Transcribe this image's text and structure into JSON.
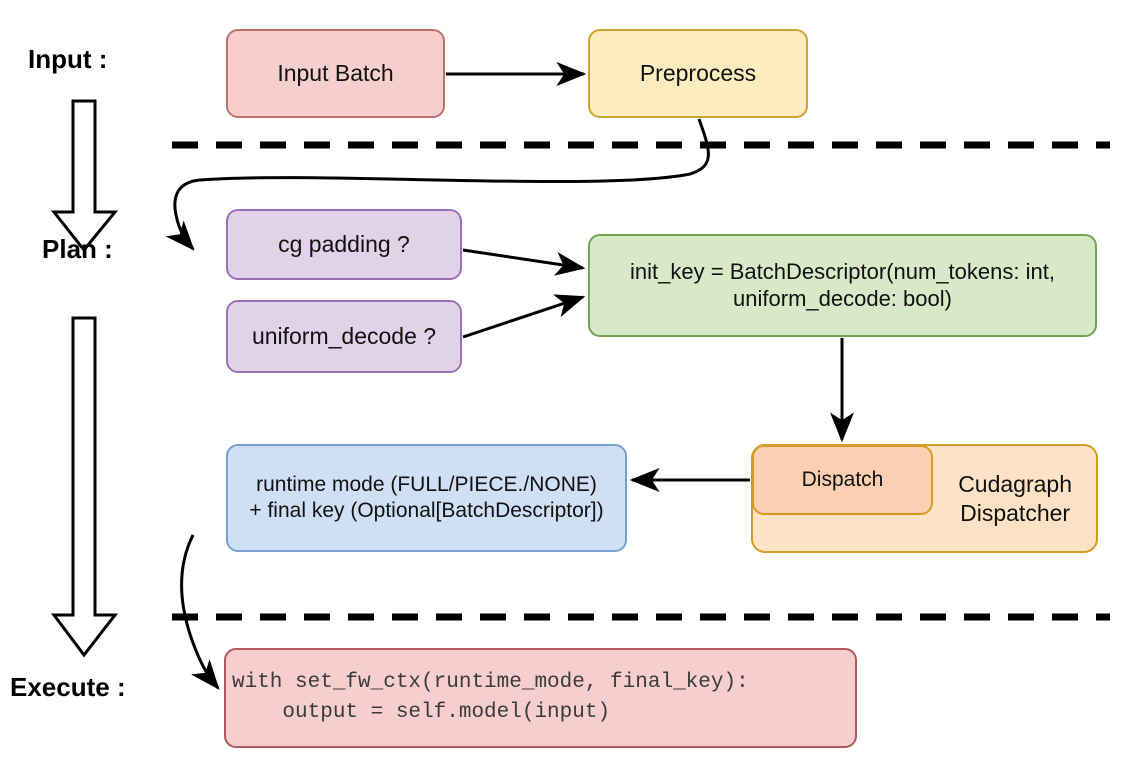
{
  "diagram": {
    "title": "vLLM cudagraph dispatch pipeline",
    "stages": [
      {
        "id": "input",
        "label": "Input :"
      },
      {
        "id": "plan",
        "label": "Plan :"
      },
      {
        "id": "execute",
        "label": "Execute :"
      }
    ],
    "nodes": {
      "input_batch": {
        "label": "Input Batch",
        "color": "#f6cecd",
        "border": "#c0706e"
      },
      "preprocess": {
        "label": "Preprocess",
        "color": "#fcecc0",
        "border": "#cca42e"
      },
      "cg_padding": {
        "label": "cg padding ?",
        "color": "#e2d2e9",
        "border": "#9a6fb5"
      },
      "uniform_decode": {
        "label": "uniform_decode ?",
        "color": "#e2d2e9",
        "border": "#9a6fb5"
      },
      "init_key": {
        "label": "init_key = BatchDescriptor(num_tokens: int,\nuniform_decode: bool)",
        "color": "#d8e9c8",
        "border": "#74a352"
      },
      "runtime_mode": {
        "label": "runtime mode (FULL/PIECE./NONE)\n+ final key (Optional[BatchDescriptor])",
        "color": "#cfe0f6",
        "border": "#7c9fd1"
      },
      "cudagraph_dispatcher": {
        "label": "Cudagraph\nDispatcher",
        "color": "#fde2c6",
        "border": "#d79b23"
      },
      "dispatch": {
        "label": "Dispatch",
        "color": "#fbcfb1",
        "border": "#d79b23"
      },
      "code_block": {
        "label": "with set_fw_ctx(runtime_mode, final_key):\n    output = self.model(input)",
        "color": "#f6cecd",
        "border": "#b4595a"
      }
    },
    "separators": {
      "count": 2,
      "style": "dashed",
      "color": "#000000"
    },
    "flow_arrows": [
      "input_batch -> preprocess",
      "preprocess -> cg_padding",
      "cg_padding -> init_key",
      "uniform_decode -> init_key",
      "init_key -> dispatch",
      "cudagraph_dispatcher -> runtime_mode",
      "runtime_mode -> code_block"
    ],
    "stage_arrows": [
      "input -> plan",
      "plan -> execute"
    ]
  }
}
